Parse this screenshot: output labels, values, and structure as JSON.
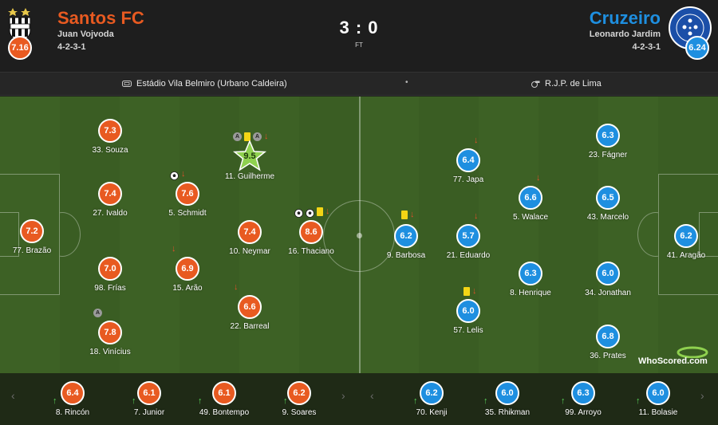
{
  "match": {
    "score": "3 : 0",
    "status": "FT",
    "venue": "Estádio Vila Belmiro (Urbano Caldeira)",
    "separator": "•",
    "referee": "R.J.P. de Lima"
  },
  "home": {
    "name": "Santos FC",
    "manager": "Juan Vojvoda",
    "formation": "4-2-3-1",
    "team_rating": "7.16",
    "color": "#e85a21"
  },
  "away": {
    "name": "Cruzeiro",
    "manager": "Leonardo Jardim",
    "formation": "4-2-3-1",
    "team_rating": "6.24",
    "color": "#1e8fe0"
  },
  "home_players": [
    {
      "label": "77. Brazão",
      "rating": "7.2"
    },
    {
      "label": "33. Souza",
      "rating": "7.3"
    },
    {
      "label": "27. Ivaldo",
      "rating": "7.4"
    },
    {
      "label": "98. Frías",
      "rating": "7.0"
    },
    {
      "label": "18. Vinícius",
      "rating": "7.8"
    },
    {
      "label": "5. Schmidt",
      "rating": "7.6"
    },
    {
      "label": "15. Arão",
      "rating": "6.9"
    },
    {
      "label": "11. Guilherme",
      "rating": "9.5"
    },
    {
      "label": "10. Neymar",
      "rating": "7.4"
    },
    {
      "label": "22. Barreal",
      "rating": "6.6"
    },
    {
      "label": "16. Thaciano",
      "rating": "8.6"
    }
  ],
  "away_players": [
    {
      "label": "41. Aragão",
      "rating": "6.2"
    },
    {
      "label": "23. Fágner",
      "rating": "6.3"
    },
    {
      "label": "43. Marcelo",
      "rating": "6.5"
    },
    {
      "label": "34. Jonathan",
      "rating": "6.0"
    },
    {
      "label": "36. Prates",
      "rating": "6.8"
    },
    {
      "label": "5. Walace",
      "rating": "6.6"
    },
    {
      "label": "8. Henrique",
      "rating": "6.3"
    },
    {
      "label": "77. Japa",
      "rating": "6.4"
    },
    {
      "label": "21. Eduardo",
      "rating": "5.7"
    },
    {
      "label": "57. Lelis",
      "rating": "6.0"
    },
    {
      "label": "9. Barbosa",
      "rating": "6.2"
    }
  ],
  "home_subs": [
    {
      "label": "8. Rincón",
      "rating": "6.4"
    },
    {
      "label": "7. Junior",
      "rating": "6.1"
    },
    {
      "label": "49. Bontempo",
      "rating": "6.1"
    },
    {
      "label": "9. Soares",
      "rating": "6.2"
    }
  ],
  "away_subs": [
    {
      "label": "70. Kenji",
      "rating": "6.2"
    },
    {
      "label": "35. Rhikman",
      "rating": "6.0"
    },
    {
      "label": "99. Arroyo",
      "rating": "6.3"
    },
    {
      "label": "11. Bolasie",
      "rating": "6.0"
    }
  ],
  "icons": {
    "sub_off": "↓",
    "sub_on": "↑",
    "assist": "A",
    "chevron_left": "‹",
    "chevron_right": "›"
  },
  "branding": {
    "site_name": "WhoScored",
    "site_suffix": ".com"
  }
}
